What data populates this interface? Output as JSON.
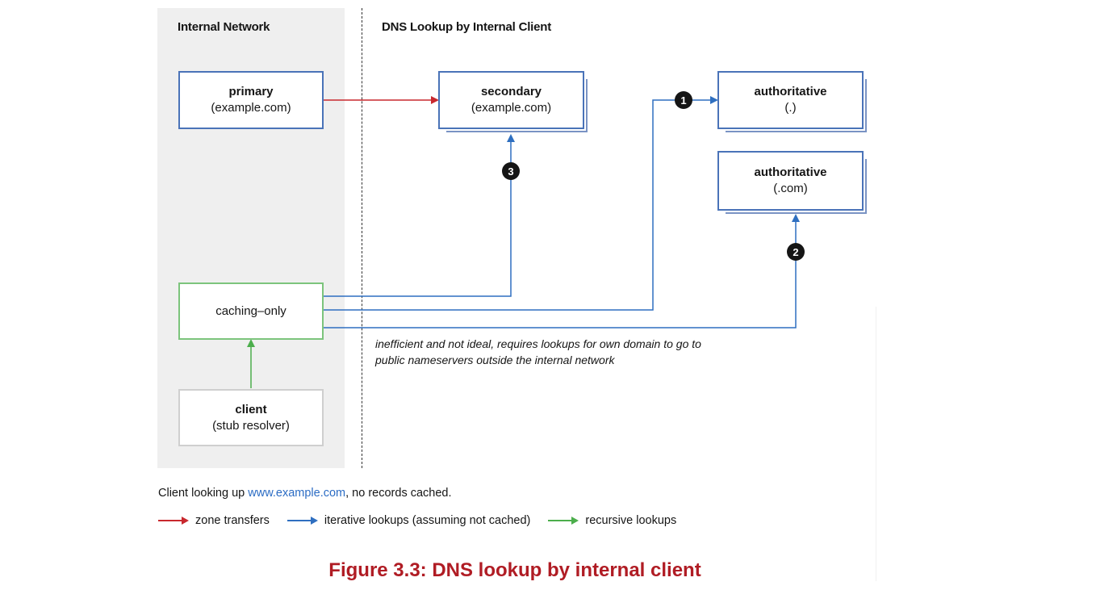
{
  "sections": {
    "internal_title": "Internal Network",
    "dns_title": "DNS Lookup by Internal Client"
  },
  "nodes": {
    "primary": {
      "title": "primary",
      "sub": "(example.com)"
    },
    "secondary": {
      "title": "secondary",
      "sub": "(example.com)"
    },
    "auth_root": {
      "title": "authoritative",
      "sub": "(.)"
    },
    "auth_com": {
      "title": "authoritative",
      "sub": "(.com)"
    },
    "caching": {
      "title": "caching–only"
    },
    "client": {
      "title": "client",
      "sub": "(stub resolver)"
    }
  },
  "steps": [
    "1",
    "2",
    "3"
  ],
  "note": {
    "line1": "inefficient and not ideal, requires lookups for own domain to go to",
    "line2": "public nameservers outside the internal network"
  },
  "caption": {
    "prefix": "Client looking up ",
    "link": "www.example.com",
    "suffix": ", no records cached."
  },
  "legend": {
    "zone": "zone transfers",
    "iterative": "iterative lookups (assuming not cached)",
    "recursive": "recursive lookups"
  },
  "colors": {
    "zone": "#c8282e",
    "iterative": "#2f6fc0",
    "recursive": "#4cae4c",
    "figure_title": "#b01c24"
  },
  "figure_title": "Figure 3.3: DNS lookup by internal client"
}
